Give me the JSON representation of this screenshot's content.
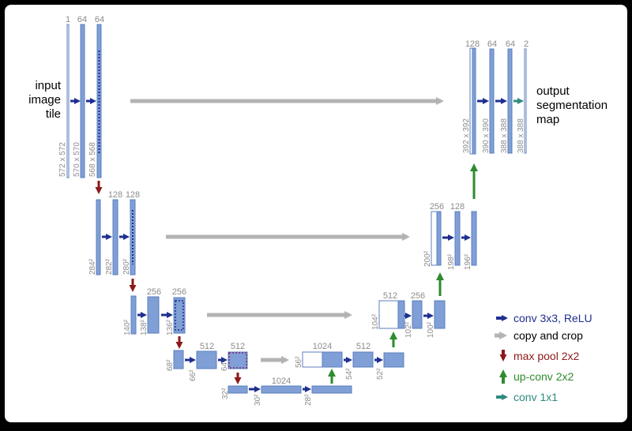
{
  "colors": {
    "canvas": "#ffffff",
    "frame": "#000000",
    "block_fill": "#7f9fd6",
    "block_stroke": "#5b7fbf",
    "copy_fill": "#ffffff",
    "conv": "#1f2f8f",
    "copy": "#b3b3b3",
    "pool": "#8b1a1a",
    "upconv": "#2e8b2e",
    "conv1x1": "#2e8b80",
    "label": "#8c8c8c",
    "text": "#000000"
  },
  "input_label": [
    "input",
    "image",
    "tile"
  ],
  "output_label": [
    "output",
    "segmentation",
    "map"
  ],
  "levels": {
    "l1": {
      "channels": [
        "1",
        "64",
        "64"
      ],
      "sizes": [
        "572 x 572",
        "570 x 570",
        "568 x 568"
      ]
    },
    "l2": {
      "channels": [
        "128",
        "128"
      ],
      "sizes": [
        "284²",
        "282²",
        "280²"
      ]
    },
    "l3": {
      "channels": [
        "256",
        "256"
      ],
      "sizes": [
        "140²",
        "138²",
        "136²"
      ]
    },
    "l4": {
      "channels": [
        "512",
        "512"
      ],
      "sizes": [
        "68²",
        "66²",
        "64²"
      ]
    },
    "l5": {
      "channels": [
        "1024"
      ],
      "sizes": [
        "32²",
        "30²",
        "28²"
      ]
    },
    "r4": {
      "channels": [
        "1024",
        "512"
      ],
      "sizes": [
        "56²",
        "54²",
        "52²"
      ]
    },
    "r3": {
      "channels": [
        "512",
        "256"
      ],
      "sizes": [
        "104²",
        "102²",
        "100²"
      ]
    },
    "r2": {
      "channels": [
        "256",
        "128"
      ],
      "sizes": [
        "200²",
        "198²",
        "196²"
      ]
    },
    "r1": {
      "channels": [
        "128",
        "64",
        "64",
        "2"
      ],
      "sizes": [
        "392 x 392",
        "390 x 390",
        "388 x 388",
        "388 x 388"
      ]
    }
  },
  "legend": [
    {
      "icon": "conv-arrow-icon",
      "label": "conv 3x3, ReLU"
    },
    {
      "icon": "copy-arrow-icon",
      "label": "copy and crop"
    },
    {
      "icon": "maxpool-arrow-icon",
      "label": "max pool 2x2"
    },
    {
      "icon": "upconv-arrow-icon",
      "label": "up-conv 2x2"
    },
    {
      "icon": "conv1x1-arrow-icon",
      "label": "conv 1x1"
    }
  ]
}
